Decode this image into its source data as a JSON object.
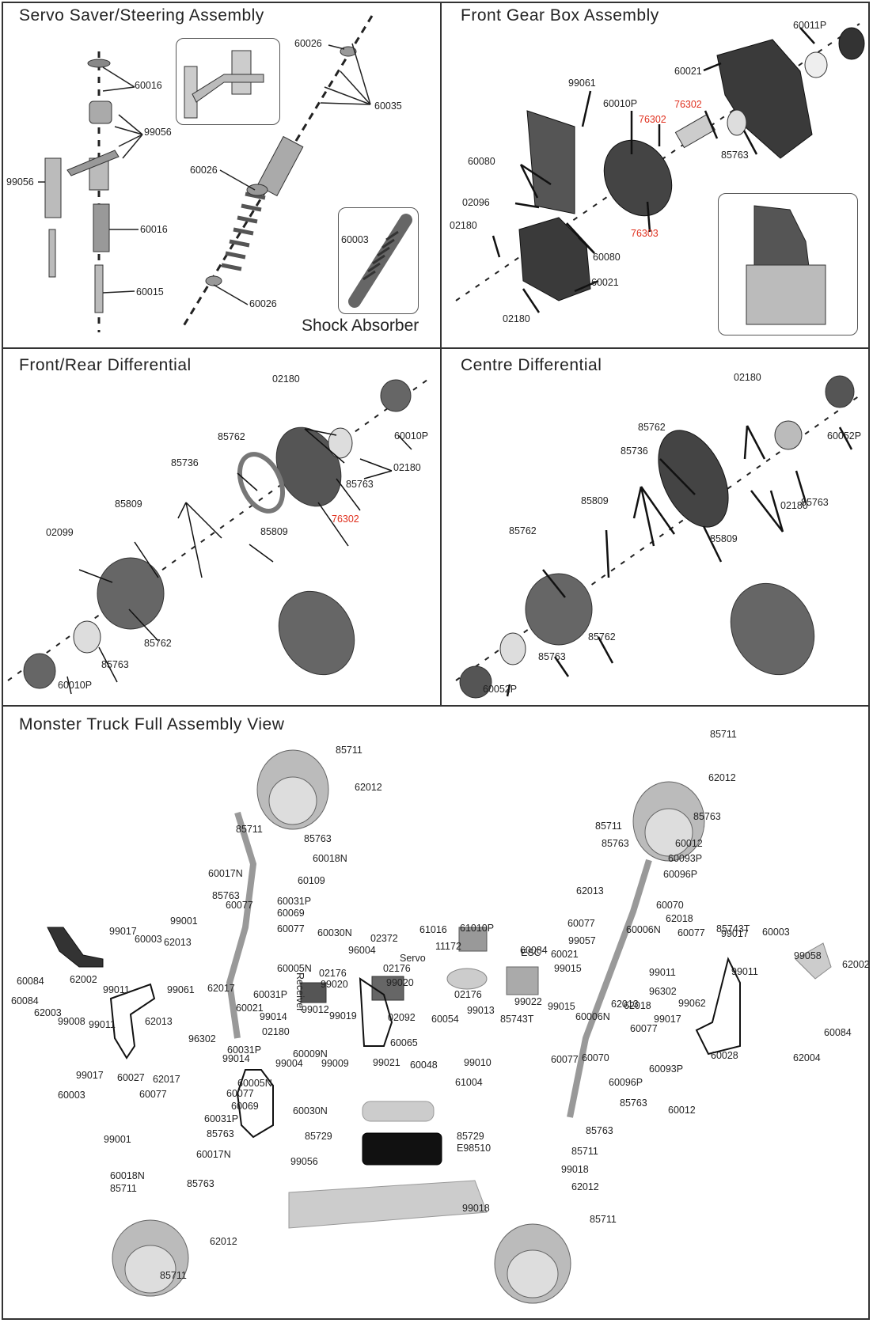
{
  "panels": {
    "servo": {
      "title": "Servo Saver/Steering Assembly",
      "inset_caption": "Shock Absorber",
      "labels": [
        "60016",
        "99056",
        "99056",
        "60016",
        "60015",
        "60026",
        "60035",
        "60026",
        "60026",
        "60003"
      ]
    },
    "gearbox": {
      "title": "Front Gear Box Assembly",
      "labels": [
        "60011P",
        "60021",
        "99061",
        "60010P",
        "76302",
        "76302",
        "85763",
        "60080",
        "02096",
        "02180",
        "76303",
        "60080",
        "60021",
        "02180"
      ],
      "red_labels": [
        "76302",
        "76303"
      ]
    },
    "frdiff": {
      "title": "Front/Rear Differential",
      "labels": [
        "02180",
        "60010P",
        "85762",
        "02180",
        "85736",
        "85763",
        "85809",
        "76302",
        "02099",
        "85809",
        "85762",
        "85763",
        "60010P"
      ]
    },
    "centre": {
      "title": "Centre Differential",
      "labels": [
        "02180",
        "60052P",
        "85762",
        "85736",
        "85763",
        "02180",
        "85809",
        "85809",
        "85762",
        "85762",
        "85763",
        "60052P"
      ]
    },
    "full": {
      "title": "Monster Truck Full Assembly View",
      "labels": [
        "85711",
        "62012",
        "85711",
        "85763",
        "60018N",
        "60017N",
        "60109",
        "85763",
        "60031P",
        "60077",
        "60069",
        "99001",
        "60077",
        "60030N",
        "02372",
        "96004",
        "61016",
        "61010P",
        "02176",
        "11172",
        "Servo",
        "02176",
        "ESC",
        "99017",
        "60003",
        "62013",
        "60005N",
        "Receiver",
        "60084",
        "62002",
        "99011",
        "99061",
        "62017",
        "60031P",
        "99020",
        "60021",
        "99020",
        "99014",
        "99012",
        "02176",
        "02180",
        "60084",
        "62003",
        "99008",
        "99011",
        "62013",
        "96302",
        "60031P",
        "99014",
        "99004",
        "60009N",
        "99019",
        "02092",
        "60054",
        "99013",
        "99021",
        "60065",
        "60048",
        "99009",
        "99010",
        "99017",
        "60027",
        "62017",
        "60005N",
        "61004",
        "60003",
        "60077",
        "60077",
        "60069",
        "60031P",
        "60030N",
        "85729",
        "85729",
        "E98510",
        "99001",
        "85763",
        "60017N",
        "99056",
        "60018N",
        "85711",
        "85763",
        "99018",
        "62012",
        "85711",
        "85711",
        "62012",
        "85763",
        "85711",
        "60012",
        "85763",
        "60093P",
        "60096P",
        "62013",
        "60070",
        "62018",
        "60077",
        "60006N",
        "85743T",
        "60077",
        "99017",
        "60003",
        "99058",
        "62002",
        "60084",
        "99057",
        "60021",
        "99015",
        "99011",
        "96302",
        "62018",
        "99011",
        "62013",
        "99062",
        "99022",
        "99015",
        "60006N",
        "85743T",
        "99017",
        "60028",
        "62004",
        "60084",
        "60077",
        "60077",
        "60070",
        "60096P",
        "60093P",
        "85763",
        "60012",
        "85763",
        "85711",
        "99018",
        "62012",
        "85711"
      ]
    }
  },
  "colors": {
    "border": "#333333",
    "label": "#222222",
    "highlight_red": "#e0301e",
    "part_dark": "#3a3a3a",
    "part_mid": "#7a7a7a",
    "part_light": "#c4c4c4"
  }
}
